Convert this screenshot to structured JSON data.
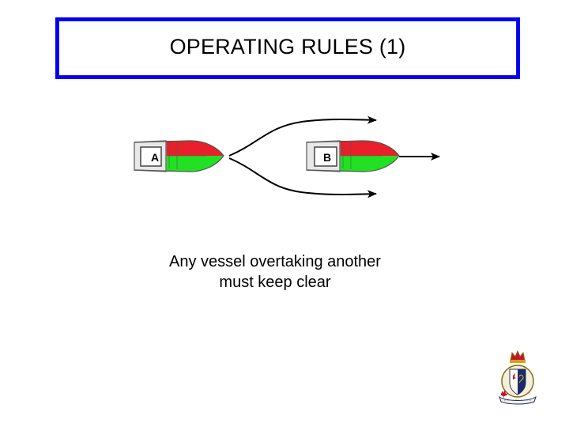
{
  "title": "OPERATING RULES (1)",
  "boats": [
    {
      "label": "A"
    },
    {
      "label": "B"
    }
  ],
  "caption": {
    "line1": "Any vessel overtaking another",
    "line2": "must keep clear"
  },
  "colors": {
    "title_border": "#0000ff",
    "port_side": "#e8202a",
    "starboard_side": "#22e022",
    "hull_stern": "#e8e8e8",
    "arrow": "#000000"
  },
  "icons": {
    "crest": "coast-guard-auxiliary-crest-icon"
  }
}
